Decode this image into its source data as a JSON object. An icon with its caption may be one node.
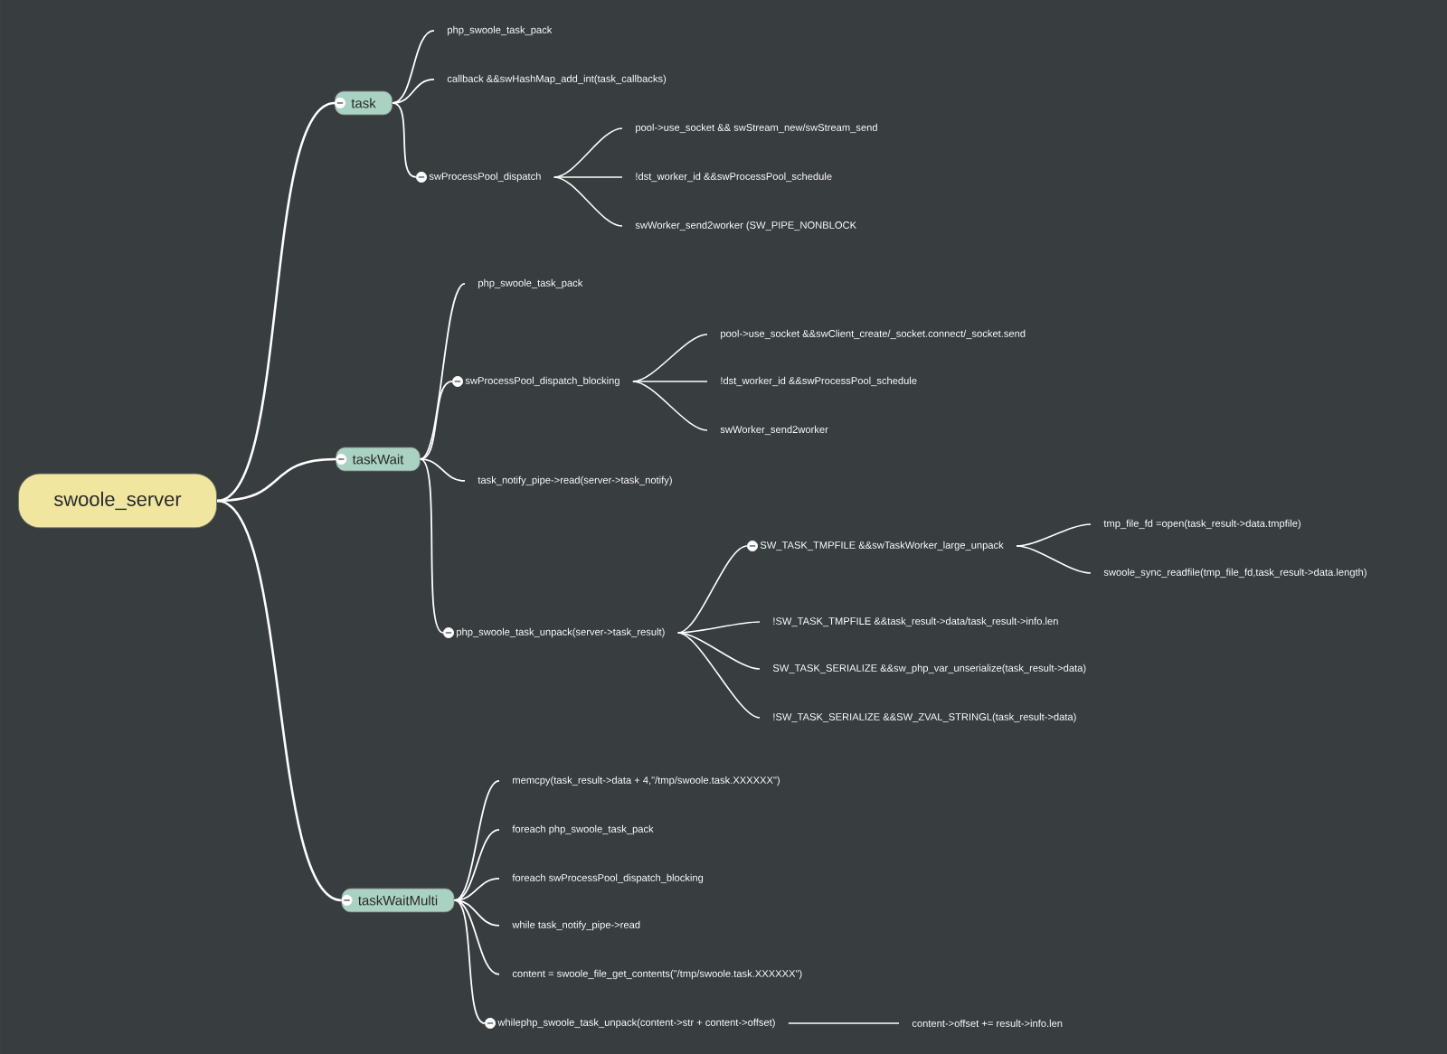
{
  "diagram": {
    "nodes": [
      {
        "text": [
          "swoole_server"
        ]
      },
      {
        "text": [
          "task"
        ]
      },
      {
        "text": [
          "php_swoole_task_pack"
        ]
      },
      {
        "text": [
          "callback &&swHashMap_add_int(task_callbacks)"
        ]
      },
      {
        "text": [
          "swProcessPool_dispatch"
        ]
      },
      {
        "text": [
          "pool->use_socket && swStream_new/swStream_send"
        ]
      },
      {
        "text": [
          "!dst_worker_id &&swProcessPool_schedule"
        ]
      },
      {
        "text": [
          "swWorker_send2worker (SW_PIPE_NONBLOCK"
        ]
      },
      {
        "text": [
          "taskWait"
        ]
      },
      {
        "text": [
          "php_swoole_task_pack"
        ]
      },
      {
        "text": [
          "swProcessPool_dispatch_blocking"
        ]
      },
      {
        "text": [
          "pool->use_socket &&swClient_create/_socket.connect/_socket.send"
        ]
      },
      {
        "text": [
          "!dst_worker_id &&swProcessPool_schedule"
        ]
      },
      {
        "text": [
          "swWorker_send2worker"
        ]
      },
      {
        "text": [
          "task_notify_pipe->read(server->task_notify)"
        ]
      },
      {
        "text": [
          "php_swoole_task_unpack(server->task_result)"
        ]
      },
      {
        "text": [
          "SW_TASK_TMPFILE &&swTaskWorker_large_unpack"
        ]
      },
      {
        "text": [
          "tmp_file_fd =open(task_result->data.tmpfile)"
        ]
      },
      {
        "text": [
          "swoole_sync_readfile(tmp_file_fd,task_result->data.length)"
        ]
      },
      {
        "text": [
          "!SW_TASK_TMPFILE &&task_result->data/task_result->info.len"
        ]
      },
      {
        "text": [
          "SW_TASK_SERIALIZE &&sw_php_var_unserialize(task_result->data)"
        ]
      },
      {
        "text": [
          "!SW_TASK_SERIALIZE &&SW_ZVAL_STRINGL(task_result->data)"
        ]
      },
      {
        "text": [
          "taskWaitMulti"
        ]
      },
      {
        "text": [
          "memcpy(task_result->data + 4,\"/tmp/swoole.task.XXXXXX\")"
        ]
      },
      {
        "text": [
          "foreach php_swoole_task_pack"
        ]
      },
      {
        "text": [
          "foreach swProcessPool_dispatch_blocking"
        ]
      },
      {
        "text": [
          "while task_notify_pipe->read"
        ]
      },
      {
        "text": [
          "content = swoole_file_get_contents(\"/tmp/swoole.task.XXXXXX\")"
        ]
      },
      {
        "text": [
          "whilephp_swoole_task_unpack(content->str + content->offset)"
        ]
      },
      {
        "text": [
          "content->offset += result->info.len"
        ]
      }
    ],
    "edges": [
      {
        "from": 0,
        "to": 1,
        "arrow": "none"
      },
      {
        "from": 1,
        "to": 2,
        "arrow": "none"
      },
      {
        "from": 1,
        "to": 3,
        "arrow": "none"
      },
      {
        "from": 1,
        "to": 4,
        "arrow": "none"
      },
      {
        "from": 4,
        "to": 5,
        "arrow": "none"
      },
      {
        "from": 4,
        "to": 6,
        "arrow": "none"
      },
      {
        "from": 4,
        "to": 7,
        "arrow": "none"
      },
      {
        "from": 0,
        "to": 8,
        "arrow": "none"
      },
      {
        "from": 8,
        "to": 9,
        "arrow": "none"
      },
      {
        "from": 8,
        "to": 10,
        "arrow": "none"
      },
      {
        "from": 10,
        "to": 11,
        "arrow": "none"
      },
      {
        "from": 10,
        "to": 12,
        "arrow": "none"
      },
      {
        "from": 10,
        "to": 13,
        "arrow": "none"
      },
      {
        "from": 8,
        "to": 14,
        "arrow": "none"
      },
      {
        "from": 8,
        "to": 15,
        "arrow": "none"
      },
      {
        "from": 15,
        "to": 16,
        "arrow": "none"
      },
      {
        "from": 16,
        "to": 17,
        "arrow": "none"
      },
      {
        "from": 16,
        "to": 18,
        "arrow": "none"
      },
      {
        "from": 15,
        "to": 19,
        "arrow": "none"
      },
      {
        "from": 15,
        "to": 20,
        "arrow": "none"
      },
      {
        "from": 15,
        "to": 21,
        "arrow": "none"
      },
      {
        "from": 0,
        "to": 22,
        "arrow": "none"
      },
      {
        "from": 22,
        "to": 23,
        "arrow": "none"
      },
      {
        "from": 22,
        "to": 24,
        "arrow": "none"
      },
      {
        "from": 22,
        "to": 25,
        "arrow": "none"
      },
      {
        "from": 22,
        "to": 26,
        "arrow": "none"
      },
      {
        "from": 22,
        "to": 27,
        "arrow": "none"
      },
      {
        "from": 22,
        "to": 28,
        "arrow": "none"
      },
      {
        "from": 28,
        "to": 29,
        "arrow": "none"
      }
    ]
  }
}
